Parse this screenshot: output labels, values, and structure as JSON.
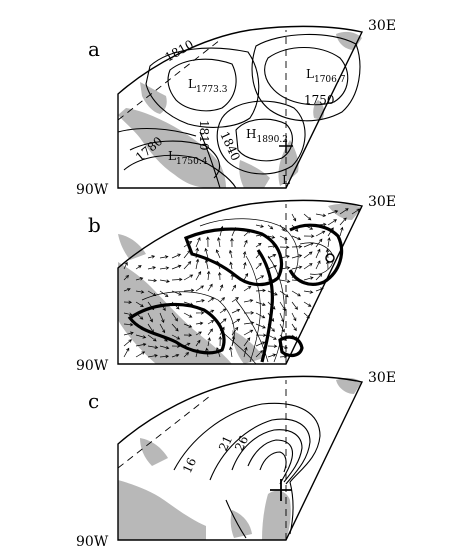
{
  "panels": [
    {
      "id": "a",
      "label": "a",
      "lon_left": "90W",
      "lon_right": "30E",
      "contour_labels": [
        "1810",
        "1750",
        "1810",
        "1840",
        "1780"
      ],
      "centers": [
        {
          "letter": "L",
          "value": "1773.3"
        },
        {
          "letter": "L",
          "value": "1706.7"
        },
        {
          "letter": "H",
          "value": "1890.2"
        },
        {
          "letter": "L",
          "value": "1750.4"
        },
        {
          "letter": "L",
          "value": ""
        }
      ]
    },
    {
      "id": "b",
      "label": "b",
      "lon_left": "90W",
      "lon_right": "30E"
    },
    {
      "id": "c",
      "label": "c",
      "lon_left": "90W",
      "lon_right": "30E",
      "contour_labels": [
        "16",
        "21",
        "26"
      ]
    }
  ]
}
